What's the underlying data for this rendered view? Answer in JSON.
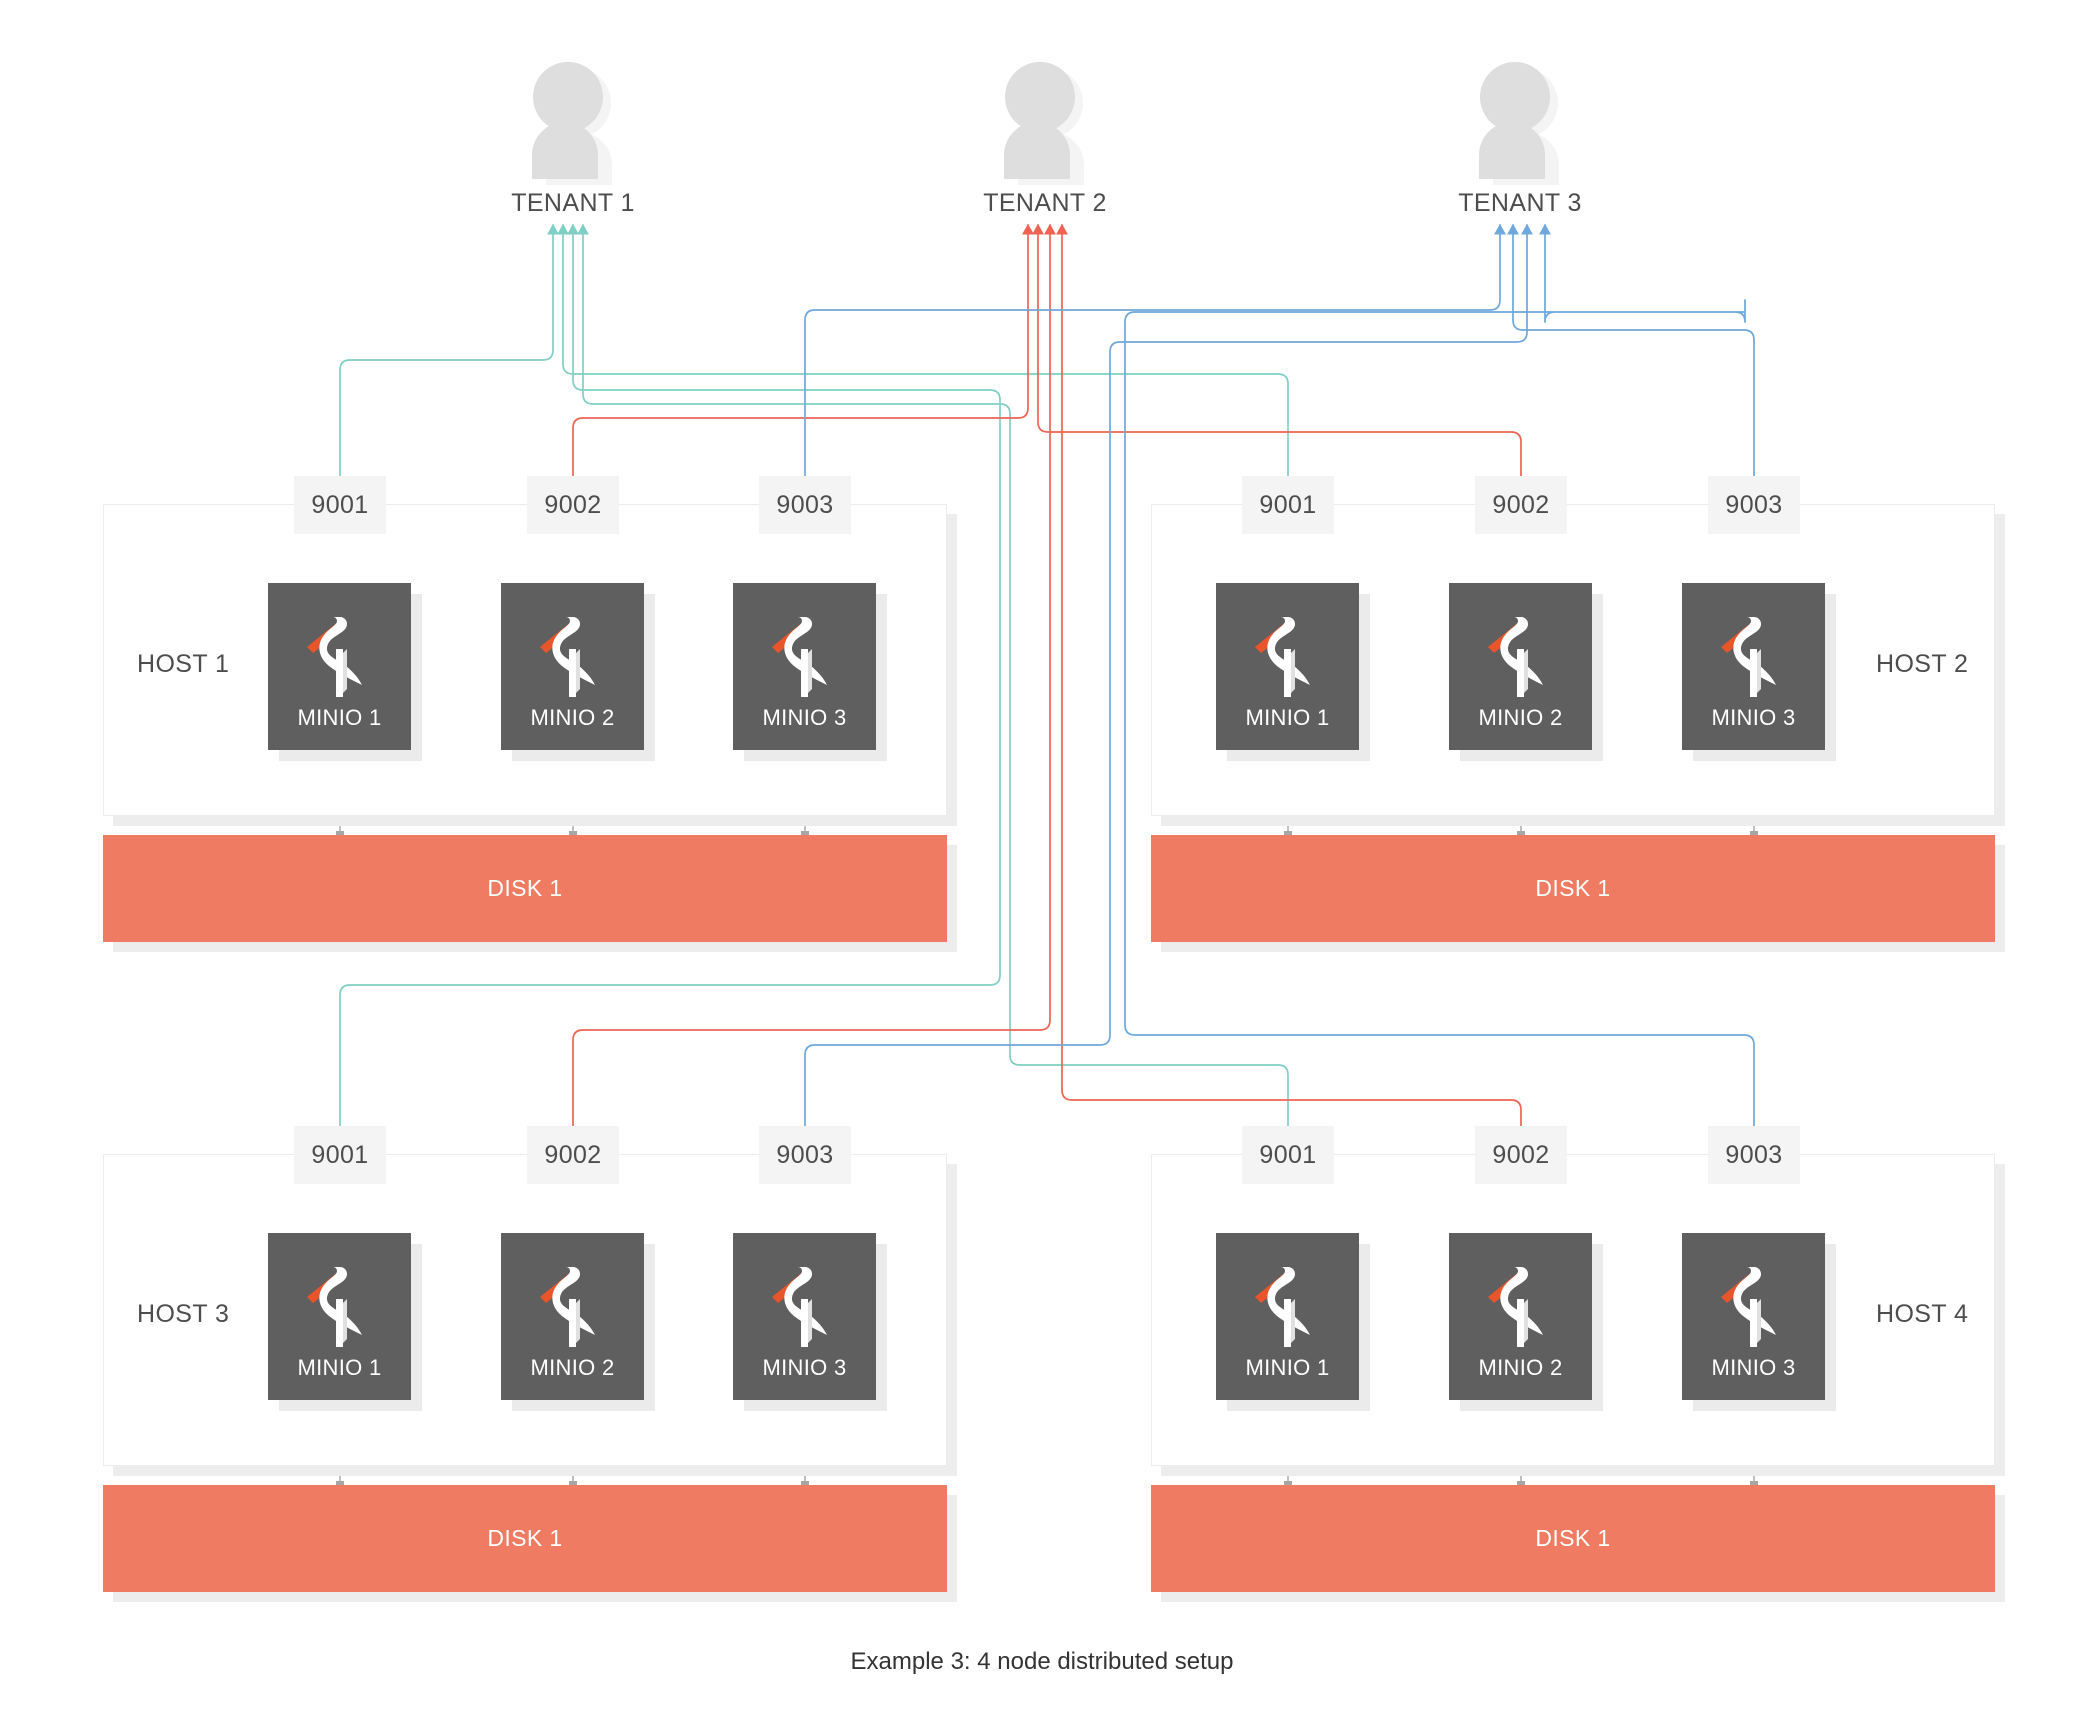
{
  "diagram": {
    "caption": "Example 3: 4 node distributed setup",
    "colors": {
      "tenant1": "#7fcfc4",
      "tenant2": "#ee6352",
      "tenant3": "#6ea8dc",
      "disk": "#ef7b62",
      "node_box": "#5f5f5f",
      "port_chip": "#f4f4f4",
      "host_border": "#ececec",
      "shadow": "#ededed",
      "logo_beak": "#e8552a",
      "logo_body": "#ffffff",
      "tenant_icon": "#dedede",
      "text": "#4d4d4d"
    }
  },
  "tenants": [
    {
      "id": "tenant-1",
      "label": "TENANT 1",
      "color": "#7fcfc4",
      "icon": "user-icon"
    },
    {
      "id": "tenant-2",
      "label": "TENANT 2",
      "color": "#ee6352",
      "icon": "user-icon"
    },
    {
      "id": "tenant-3",
      "label": "TENANT 3",
      "color": "#6ea8dc",
      "icon": "user-icon"
    }
  ],
  "hosts": [
    {
      "id": "host-1",
      "label": "HOST 1",
      "label_side": "left",
      "disk": "DISK 1",
      "nodes": [
        {
          "port": "9001",
          "label": "MINIO 1",
          "tenant": "tenant-1",
          "color": "#7fcfc4",
          "logo": "minio-flamingo-icon"
        },
        {
          "port": "9002",
          "label": "MINIO 2",
          "tenant": "tenant-2",
          "color": "#ee6352",
          "logo": "minio-flamingo-icon"
        },
        {
          "port": "9003",
          "label": "MINIO 3",
          "tenant": "tenant-3",
          "color": "#6ea8dc",
          "logo": "minio-flamingo-icon"
        }
      ]
    },
    {
      "id": "host-2",
      "label": "HOST 2",
      "label_side": "right",
      "disk": "DISK 1",
      "nodes": [
        {
          "port": "9001",
          "label": "MINIO 1",
          "tenant": "tenant-1",
          "color": "#7fcfc4",
          "logo": "minio-flamingo-icon"
        },
        {
          "port": "9002",
          "label": "MINIO 2",
          "tenant": "tenant-2",
          "color": "#ee6352",
          "logo": "minio-flamingo-icon"
        },
        {
          "port": "9003",
          "label": "MINIO 3",
          "tenant": "tenant-3",
          "color": "#6ea8dc",
          "logo": "minio-flamingo-icon"
        }
      ]
    },
    {
      "id": "host-3",
      "label": "HOST 3",
      "label_side": "left",
      "disk": "DISK 1",
      "nodes": [
        {
          "port": "9001",
          "label": "MINIO 1",
          "tenant": "tenant-1",
          "color": "#7fcfc4",
          "logo": "minio-flamingo-icon"
        },
        {
          "port": "9002",
          "label": "MINIO 2",
          "tenant": "tenant-2",
          "color": "#ee6352",
          "logo": "minio-flamingo-icon"
        },
        {
          "port": "9003",
          "label": "MINIO 3",
          "tenant": "tenant-3",
          "color": "#6ea8dc",
          "logo": "minio-flamingo-icon"
        }
      ]
    },
    {
      "id": "host-4",
      "label": "HOST 4",
      "label_side": "right",
      "disk": "DISK 1",
      "nodes": [
        {
          "port": "9001",
          "label": "MINIO 1",
          "tenant": "tenant-1",
          "color": "#7fcfc4",
          "logo": "minio-flamingo-icon"
        },
        {
          "port": "9002",
          "label": "MINIO 2",
          "tenant": "tenant-2",
          "color": "#ee6352",
          "logo": "minio-flamingo-icon"
        },
        {
          "port": "9003",
          "label": "MINIO 3",
          "tenant": "tenant-3",
          "color": "#6ea8dc",
          "logo": "minio-flamingo-icon"
        }
      ]
    }
  ]
}
